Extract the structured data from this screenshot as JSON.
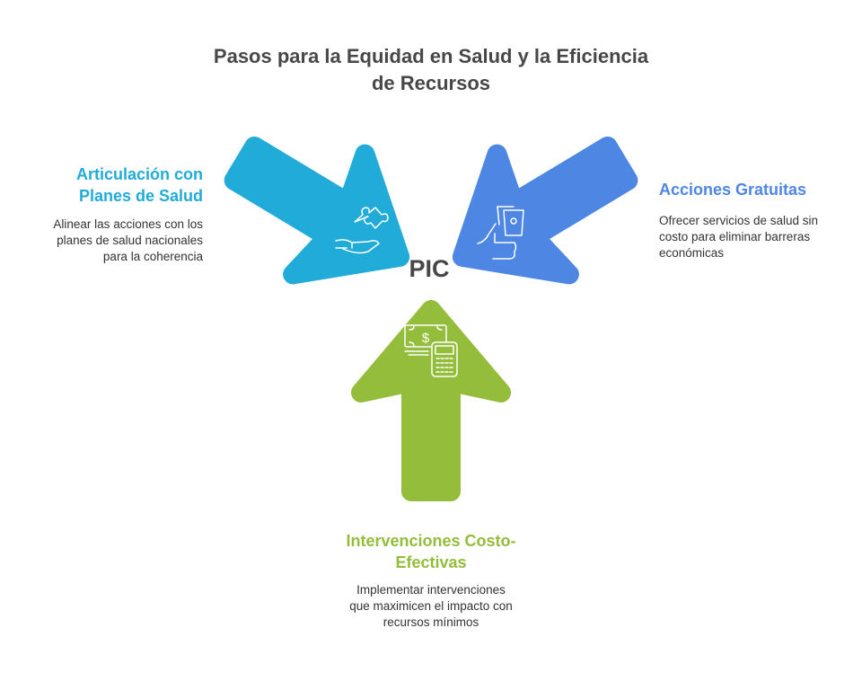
{
  "title": "Pasos para la Equidad en Salud y la Eficiencia de Recursos",
  "center_label": "PIC",
  "colors": {
    "cyan": "#20ABD9",
    "blue": "#4E86E4",
    "green": "#93BD3A"
  },
  "steps": [
    {
      "heading": "Articulación con Planes de Salud",
      "description": "Alinear las acciones con los planes de salud nacionales para la coherencia",
      "icon": "puzzle-hand-icon"
    },
    {
      "heading": "Acciones Gratuitas",
      "description": "Ofrecer servicios de salud sin costo para eliminar barreras económicas",
      "icon": "hand-money-icon"
    },
    {
      "heading": "Intervenciones Costo-Efectivas",
      "description": "Implementar intervenciones que maximicen el impacto con recursos mínimos",
      "icon": "money-calculator-icon"
    }
  ]
}
